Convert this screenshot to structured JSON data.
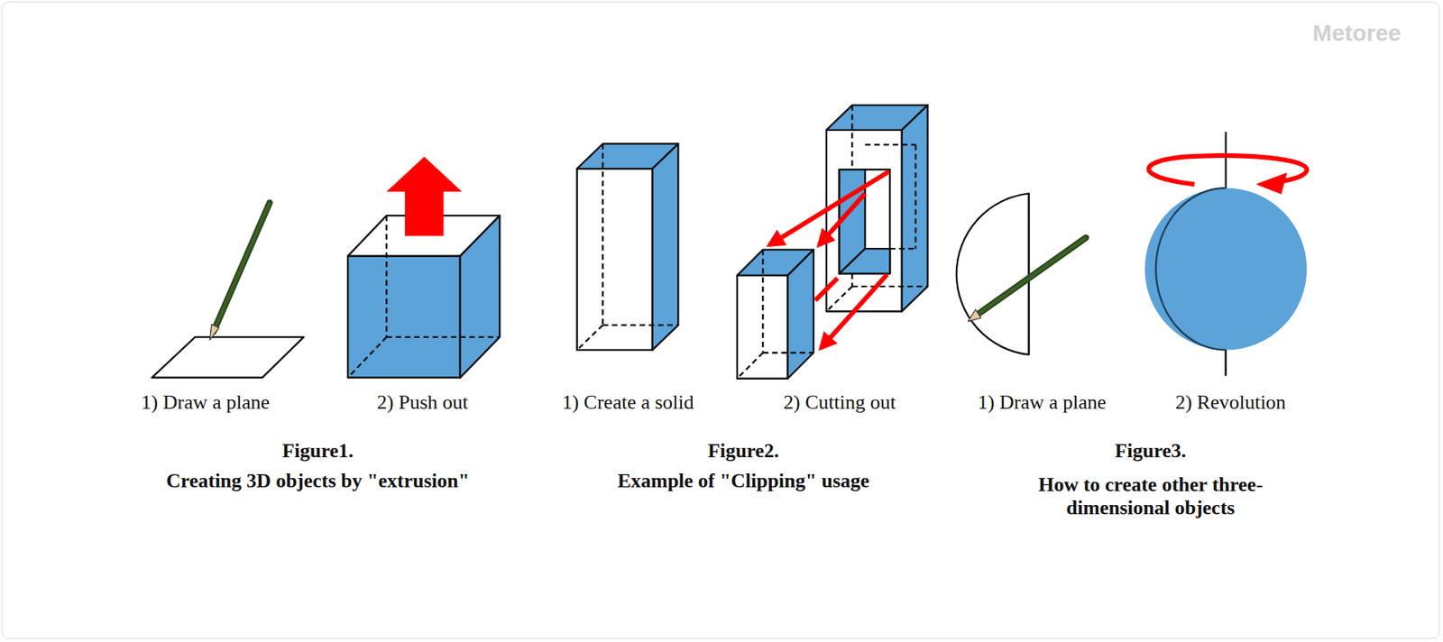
{
  "diagram": {
    "labels": [
      "Metoree",
      "1) Draw a plane",
      "2) Push out",
      "1) Create a solid",
      "2) Cutting out",
      "1) Draw a plane",
      "2) Revolution",
      "Figure1.",
      "Creating 3D objects by \"extrusion\"",
      "Figure2.",
      "Example of \"Clipping\" usage",
      "Figure3.",
      "How to create other three-dimensional objects"
    ]
  }
}
